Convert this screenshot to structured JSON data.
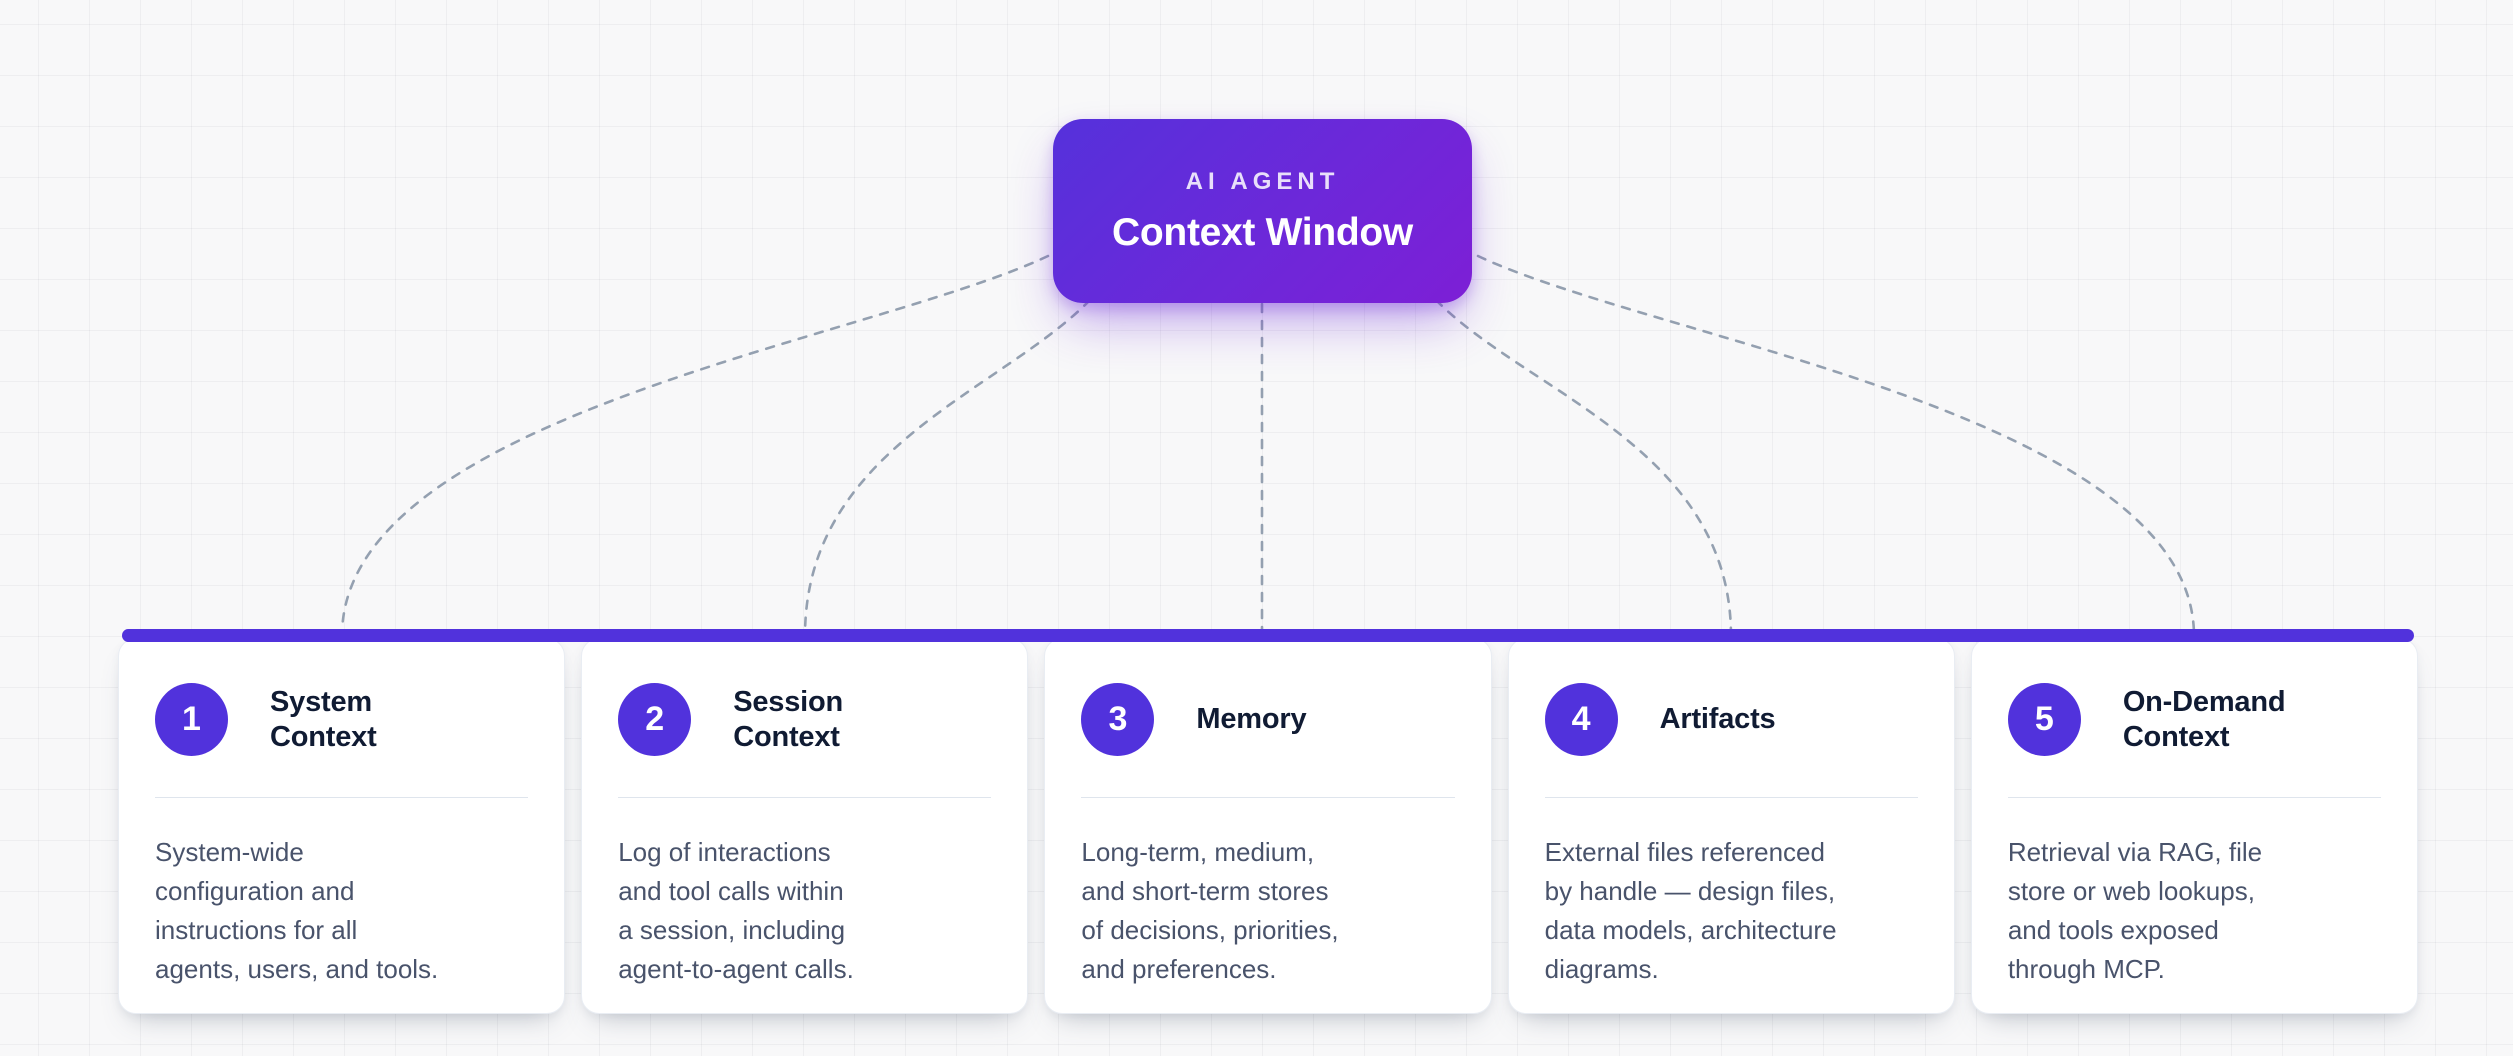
{
  "hub": {
    "eyebrow": "AI AGENT",
    "title": "Context Window",
    "gradient_start": "#5531db",
    "gradient_end": "#7d1fd6"
  },
  "connectors": {
    "color": "#94a0b0",
    "style": "dashed"
  },
  "accent_color": "#5132dc",
  "card_background": "#ffffff",
  "title_color": "#101b33",
  "body_color": "#49536b",
  "cards": [
    {
      "number": "1",
      "title": "System\nContext",
      "description": "System-wide\nconfiguration and\ninstructions for all\nagents, users, and tools."
    },
    {
      "number": "2",
      "title": "Session\nContext",
      "description": "Log of interactions\nand tool calls within\na session, including\nagent-to-agent calls."
    },
    {
      "number": "3",
      "title": "Memory",
      "description": "Long-term, medium,\nand short-term stores\nof decisions, priorities,\nand preferences."
    },
    {
      "number": "4",
      "title": "Artifacts",
      "description": "External files referenced\nby handle — design files,\ndata models, architecture\ndiagrams."
    },
    {
      "number": "5",
      "title": "On-Demand\nContext",
      "description": "Retrieval via RAG, file\nstore or web lookups,\nand tools exposed\nthrough MCP."
    }
  ]
}
